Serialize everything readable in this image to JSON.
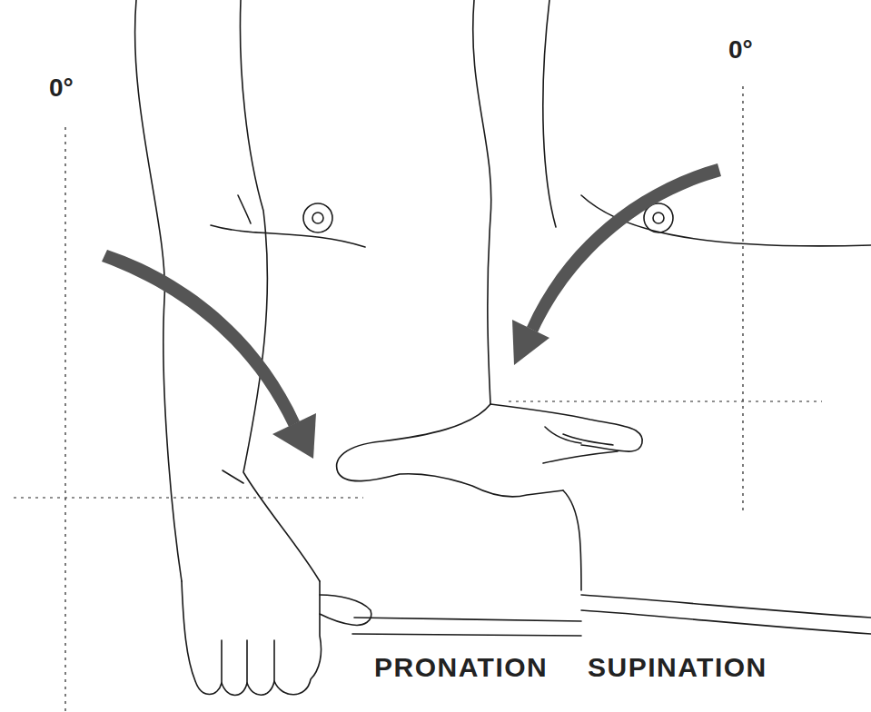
{
  "diagram": {
    "labels": [
      "0°",
      "0°",
      "PRONATION",
      "SUPINATION"
    ]
  }
}
